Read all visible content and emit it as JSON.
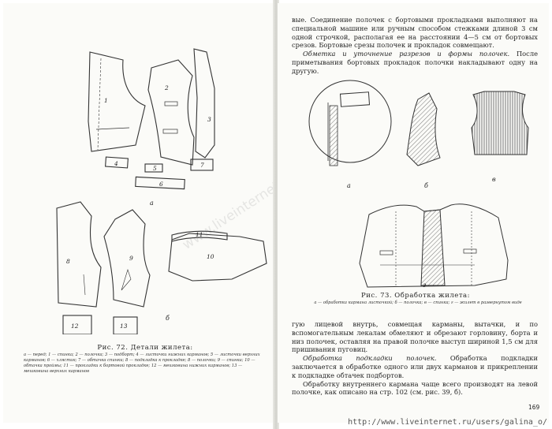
{
  "left_page": {
    "labels": {
      "n1": "1",
      "n2": "2",
      "n3": "3",
      "n4": "4",
      "n5": "5",
      "n6": "6",
      "n7": "7",
      "n8": "8",
      "n9": "9",
      "n10": "10",
      "n11": "11",
      "n12": "12",
      "n13": "13",
      "sub_a": "а",
      "sub_b": "б"
    },
    "caption": "Рис. 72. Детали жилета:",
    "legend": "а — перед; 1 — спинка; 2 — полочка; 3 — подборт; 4 — листочки нижних карманов; 5 — листочки верхних карманов; 6 — хлястик; 7 — обтачка спинки; 8 — подкладка к прокладке; 8 — полочки; 9 — спинка; 10 — обтачка проймы; 11 — прокладки к бортовой прокладке; 12 — мешковина нижних карманов; 13 — мешковина верхних карманов"
  },
  "right_page": {
    "paragraph_1": "вые. Соединение полочек с бортовыми прокладками выполняют на специальной машине или ручным способом стежками длиной 3 см одной строчкой, располагая ее на расстоянии 4—5 см от бортовых срезов. Бортовые срезы полочек и прокладок совмещают.",
    "paragraph_2_lead": "Обметка и уточнение разрезов и формы полочек.",
    "paragraph_2": " После приметывания бортовых прокладок полочки накладывают одну на другую.",
    "fig_labels": {
      "a": "а",
      "b": "б",
      "v": "в",
      "g": "г"
    },
    "caption": "Рис. 73. Обработка жилета:",
    "legend": "а — обработка кармана листочкой; б — полочка; в — спинка; г — жилет в развернутом виде",
    "paragraph_3": "гую лицевой внутрь, совмещая карманы, вытачки, и по вспомогательным лекалам обмеляют и обрезают горловину, борта и низ полочек, оставляя на правой полочке выступ шириной 1,5 см для пришивания пуговиц.",
    "paragraph_4_lead": "Обработка подкладки полочек.",
    "paragraph_4": " Обработка подкладки заключается в обработке одного или двух карманов и прикреплении к подкладке обтачек подбортов.",
    "paragraph_5": "Обработку внутреннего кармана чаще всего производят на левой полочке, как описано на стр. 102 (см. рис. 39, б).",
    "page_number": "169"
  },
  "watermark": "http://www.liveinternet.ru/users/galina_o/",
  "diagonal_watermark": "www.liveinternet.ru"
}
